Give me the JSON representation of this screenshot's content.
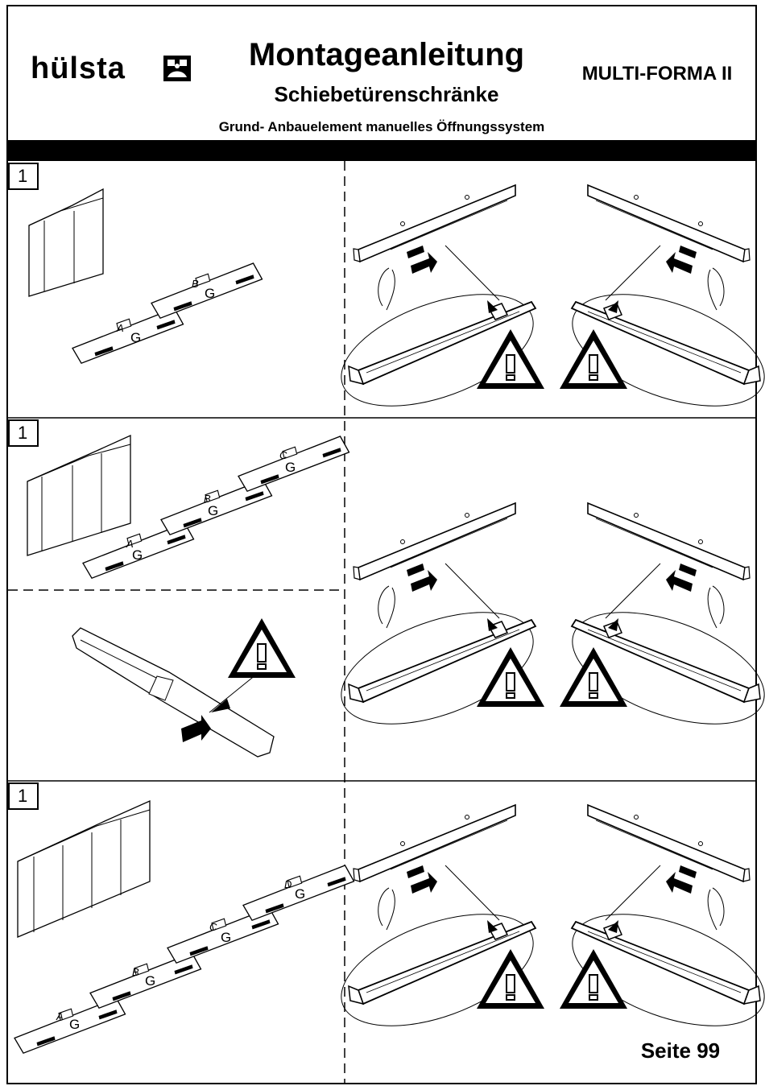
{
  "header": {
    "brand": "hülsta",
    "title": "Montageanleitung",
    "subtitle": "Schiebetürenschränke",
    "model": "MULTI-FORMA II",
    "system": "Grund- Anbauelement manuelles Öffnungssystem"
  },
  "steps": [
    {
      "number": "1",
      "panels": [
        "A",
        "B"
      ]
    },
    {
      "number": "1",
      "panels": [
        "A",
        "B",
        "C"
      ]
    },
    {
      "number": "1",
      "panels": [
        "A",
        "B",
        "C",
        "D"
      ]
    }
  ],
  "panel_marking": "G",
  "warning_glyph": "!",
  "footer": {
    "page": "Seite 99"
  }
}
